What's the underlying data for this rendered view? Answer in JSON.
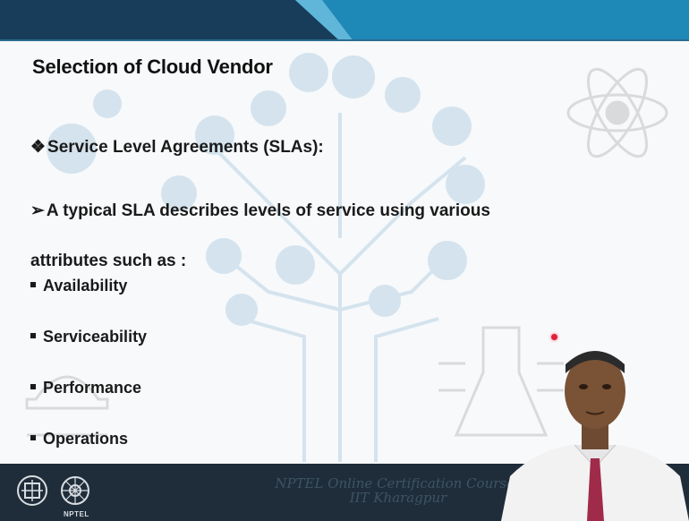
{
  "slide": {
    "title": "Selection of Cloud Vendor",
    "section_glyph": "❖",
    "section_heading": "Service Level Agreements (SLAs):",
    "description_glyph": "➢",
    "description": "A typical SLA describes levels of service using various attributes such as :",
    "bullets": [
      "Availability",
      "Serviceability",
      "Performance",
      "Operations"
    ]
  },
  "footer": {
    "course_line1": "NPTEL Online Certification Courses",
    "course_line2": "IIT Kharagpur",
    "nptel_label": "NPTEL"
  },
  "colors": {
    "top_bar": "#1e88b6",
    "top_bar_dark": "#123a55",
    "footer_bg": "#1f2d3a",
    "pointer": "#e0213a"
  },
  "icons": [
    "iit-kharagpur-logo-icon",
    "nptel-logo-icon",
    "atom-icon",
    "gear-icon",
    "tree-circuit-icon",
    "flask-circuit-icon"
  ]
}
